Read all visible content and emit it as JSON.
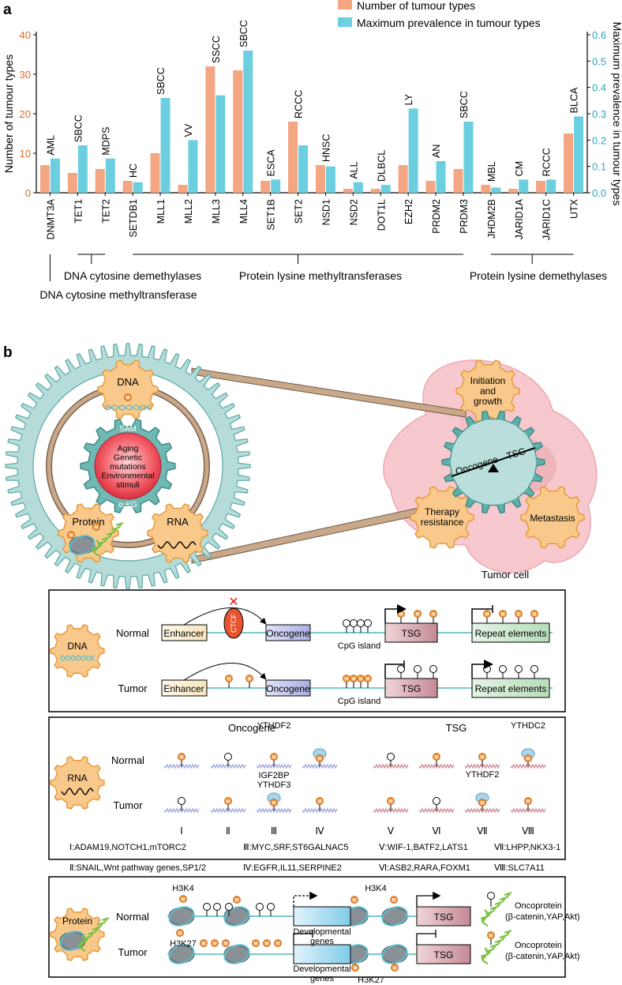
{
  "panel_a_label": "a",
  "panel_b_label": "b",
  "colors": {
    "orange": "#f4a582",
    "cyan": "#6ccfe0",
    "left_axis": "#e26a2c",
    "right_axis": "#2aa6c4",
    "gear_orange": "#f9c98b",
    "gear_teal": "#6fb8b3",
    "cell_pink": "#f7c9cf",
    "node": "#f08c2a"
  },
  "chart_data": {
    "type": "bar",
    "categories": [
      "DNMT3A",
      "TET1",
      "TET2",
      "SETDB1",
      "MLL1",
      "MLL2",
      "MLL3",
      "MLL4",
      "SET1B",
      "SET2",
      "NSD1",
      "NSD2",
      "DOT1L",
      "EZH2",
      "PRDM2",
      "PRDM3",
      "JHDM2B",
      "JARID1A",
      "JARID1C",
      "UTX"
    ],
    "series": [
      {
        "name": "Number of tumour types",
        "axis": "left",
        "values": [
          7,
          5,
          6,
          3,
          10,
          2,
          32,
          31,
          3,
          18,
          7,
          1,
          1,
          7,
          3,
          6,
          2,
          1,
          3,
          15
        ]
      },
      {
        "name": "Maximum prevalence in tumour types",
        "axis": "right",
        "values": [
          0.13,
          0.18,
          0.13,
          0.04,
          0.36,
          0.2,
          0.37,
          0.54,
          0.05,
          0.18,
          0.1,
          0.04,
          0.03,
          0.32,
          0.12,
          0.27,
          0.02,
          0.05,
          0.05,
          0.29
        ]
      }
    ],
    "bar_labels": [
      "AML",
      "SBCC",
      "MDPS",
      "HC",
      "SBCC",
      "VV",
      "SSCC",
      "SBCC",
      "ESCA",
      "RCCC",
      "HNSC",
      "ALL",
      "DLBCL",
      "LY",
      "AN",
      "SBCC",
      "MBL",
      "CM",
      "RCCC",
      "BLCA"
    ],
    "ylabel_left": "Number of tumour types",
    "ylabel_right": "Maximum prevalence in tumour types",
    "ylim_left": [
      0,
      40
    ],
    "yticks_left": [
      "0",
      "10",
      "20",
      "30",
      "40"
    ],
    "ylim_right": [
      0,
      0.6
    ],
    "yticks_right": [
      "0.0",
      "0.1",
      "0.2",
      "0.3",
      "0.4",
      "0.5",
      "0.6"
    ],
    "legend_position": "top-right",
    "groups": [
      {
        "label": "DNA cytosine methyltransferase"
      },
      {
        "label": "DNA cytosine demethylases"
      },
      {
        "label": "Protein lysine methyltransferases"
      },
      {
        "label": "Protein lysine demethylases"
      }
    ]
  },
  "overview": {
    "dna": "DNA",
    "rna": "RNA",
    "protein": "Protein",
    "sam": "SAM",
    "akg": "α-KG",
    "causes": [
      "Aging",
      "Genetic",
      "mutations",
      "Environmental",
      "stimuli"
    ],
    "initiation": [
      "Initiation",
      "and",
      "growth"
    ],
    "therapy": [
      "Therapy",
      "resistance"
    ],
    "metastasis": "Metastasis",
    "oncogene": "Oncogene",
    "tsg": "TSG",
    "tumor_cell": "Tumor cell"
  },
  "dna_box": {
    "gear_label": "DNA",
    "rows": [
      "Normal",
      "Tumor"
    ],
    "enhancer": "Enhancer",
    "ctcf": "CTCF",
    "oncogene": "Oncogene",
    "cpg": "CpG island",
    "tsg": "TSG",
    "repeat": "Repeat elements"
  },
  "rna_box": {
    "gear_label": "RNA",
    "rows": [
      "Normal",
      "Tumor"
    ],
    "headers": {
      "oncogene": "Oncogene",
      "tsg": "TSG"
    },
    "readers": {
      "ythdf2_top": "YTHDF2",
      "ythdc2": "YTHDC2",
      "igf2bp": "IGF2BP",
      "ythdf3": "YTHDF3",
      "ythdf2_bottom": "YTHDF2"
    },
    "numerals": [
      "Ⅰ",
      "Ⅱ",
      "Ⅲ",
      "Ⅳ",
      "Ⅴ",
      "Ⅵ",
      "Ⅶ",
      "Ⅷ"
    ],
    "legend": [
      "Ⅰ:ADAM19,NOTCH1,mTORC2",
      "Ⅲ:MYC,SRF,ST6GALNAC5",
      "Ⅴ:WIF-1,BATF2,LATS1",
      "Ⅶ:LHPP,NKX3-1",
      "Ⅱ:SNAIL,Wnt pathway genes,SP1/2",
      "Ⅳ:EGFR,IL11,SERPINE2",
      "Ⅵ:ASB2,RARA,FOXM1",
      "Ⅷ:SLC7A11"
    ]
  },
  "protein_box": {
    "gear_label": "Protein",
    "rows": [
      "Normal",
      "Tumor"
    ],
    "h3k4": "H3K4",
    "h3k27": "H3K27",
    "dev_genes": [
      "Developmental",
      "genes"
    ],
    "tsg": "TSG",
    "oncoprotein": "Oncoprotein",
    "oncoprotein_sub": "(β-catenin,YAP,Akt)"
  },
  "m_label": "M"
}
